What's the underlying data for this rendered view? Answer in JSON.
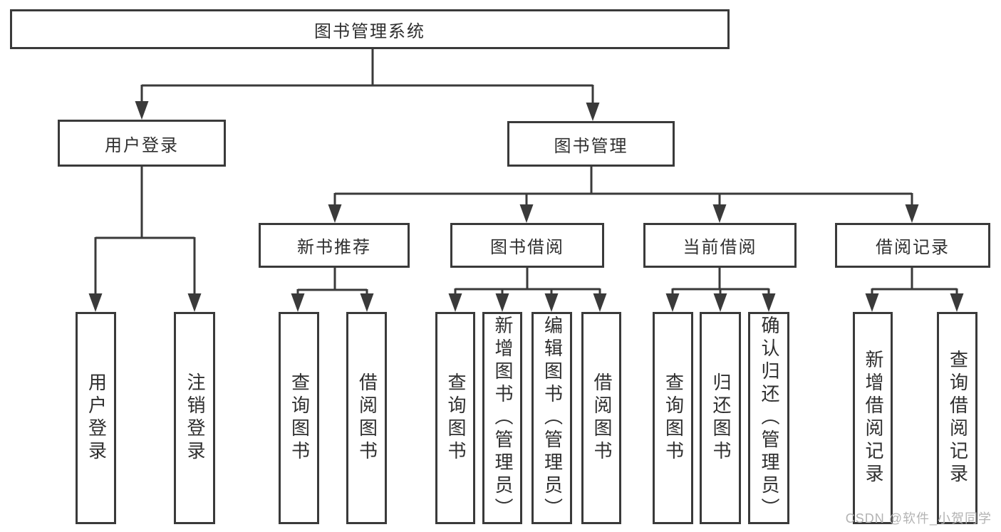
{
  "diagram": {
    "root": {
      "label": "图书管理系统",
      "children": [
        {
          "label": "用户登录",
          "children": [
            {
              "label": "用户登录"
            },
            {
              "label": "注销登录"
            }
          ]
        },
        {
          "label": "图书管理",
          "children": [
            {
              "label": "新书推荐",
              "children": [
                {
                  "label": "查询图书"
                },
                {
                  "label": "借阅图书"
                }
              ]
            },
            {
              "label": "图书借阅",
              "children": [
                {
                  "label": "查询图书"
                },
                {
                  "label": "新增图书（管理员）"
                },
                {
                  "label": "编辑图书（管理员）"
                },
                {
                  "label": "借阅图书"
                }
              ]
            },
            {
              "label": "当前借阅",
              "children": [
                {
                  "label": "查询图书"
                },
                {
                  "label": "归还图书"
                },
                {
                  "label": "确认归还（管理员）"
                }
              ]
            },
            {
              "label": "借阅记录",
              "children": [
                {
                  "label": "新增借阅记录"
                },
                {
                  "label": "查询借阅记录"
                }
              ]
            }
          ]
        }
      ]
    }
  },
  "watermark": {
    "text": "CSDN @软件_小贺同学"
  },
  "colors": {
    "line": "#3a3a3a",
    "text": "#2f2f2f",
    "watermark": "#b3b3b3",
    "background": "#ffffff"
  }
}
